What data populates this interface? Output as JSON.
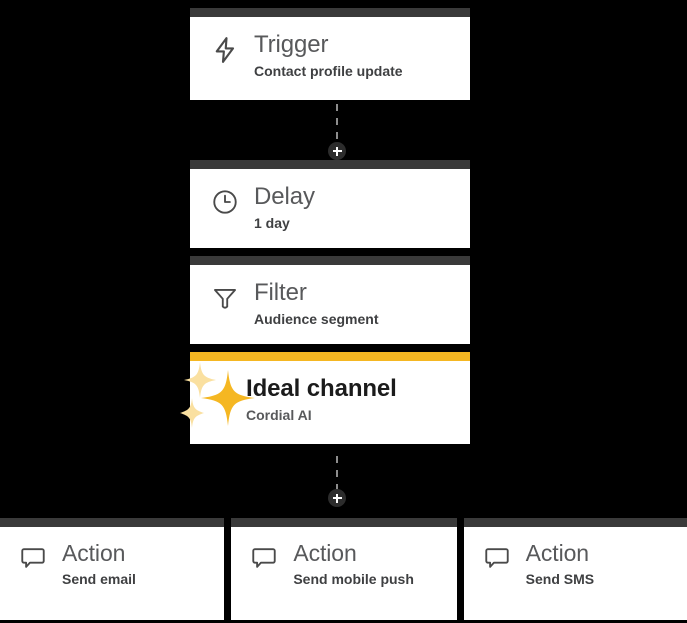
{
  "theme": {
    "background": "#000000",
    "card_background": "#ffffff",
    "card_bar": "#3a3a3a",
    "accent": "#f5b722",
    "sparkle_light": "#fae0a0",
    "title_text": "#58595b",
    "subtitle_text": "#3f4042",
    "connector": "#8d8d8d",
    "plus_button": "#2c2c2c"
  },
  "flow": {
    "trigger": {
      "icon": "lightning-bolt-icon",
      "title": "Trigger",
      "subtitle": "Contact profile update"
    },
    "group": [
      {
        "icon": "clock-icon",
        "title": "Delay",
        "subtitle": "1 day",
        "accent": false
      },
      {
        "icon": "funnel-filter-icon",
        "title": "Filter",
        "subtitle": "Audience segment",
        "accent": false
      },
      {
        "icon": "sparkles-icon",
        "title": "Ideal channel",
        "subtitle": "Cordial AI",
        "accent": true
      }
    ],
    "actions": [
      {
        "icon": "message-bubble-icon",
        "title": "Action",
        "subtitle": "Send email"
      },
      {
        "icon": "message-bubble-icon",
        "title": "Action",
        "subtitle": "Send mobile push"
      },
      {
        "icon": "message-bubble-icon",
        "title": "Action",
        "subtitle": "Send SMS"
      }
    ],
    "connectors": [
      {
        "name": "add-step-button-top",
        "label": "+"
      },
      {
        "name": "add-step-button-bottom",
        "label": "+"
      }
    ]
  }
}
